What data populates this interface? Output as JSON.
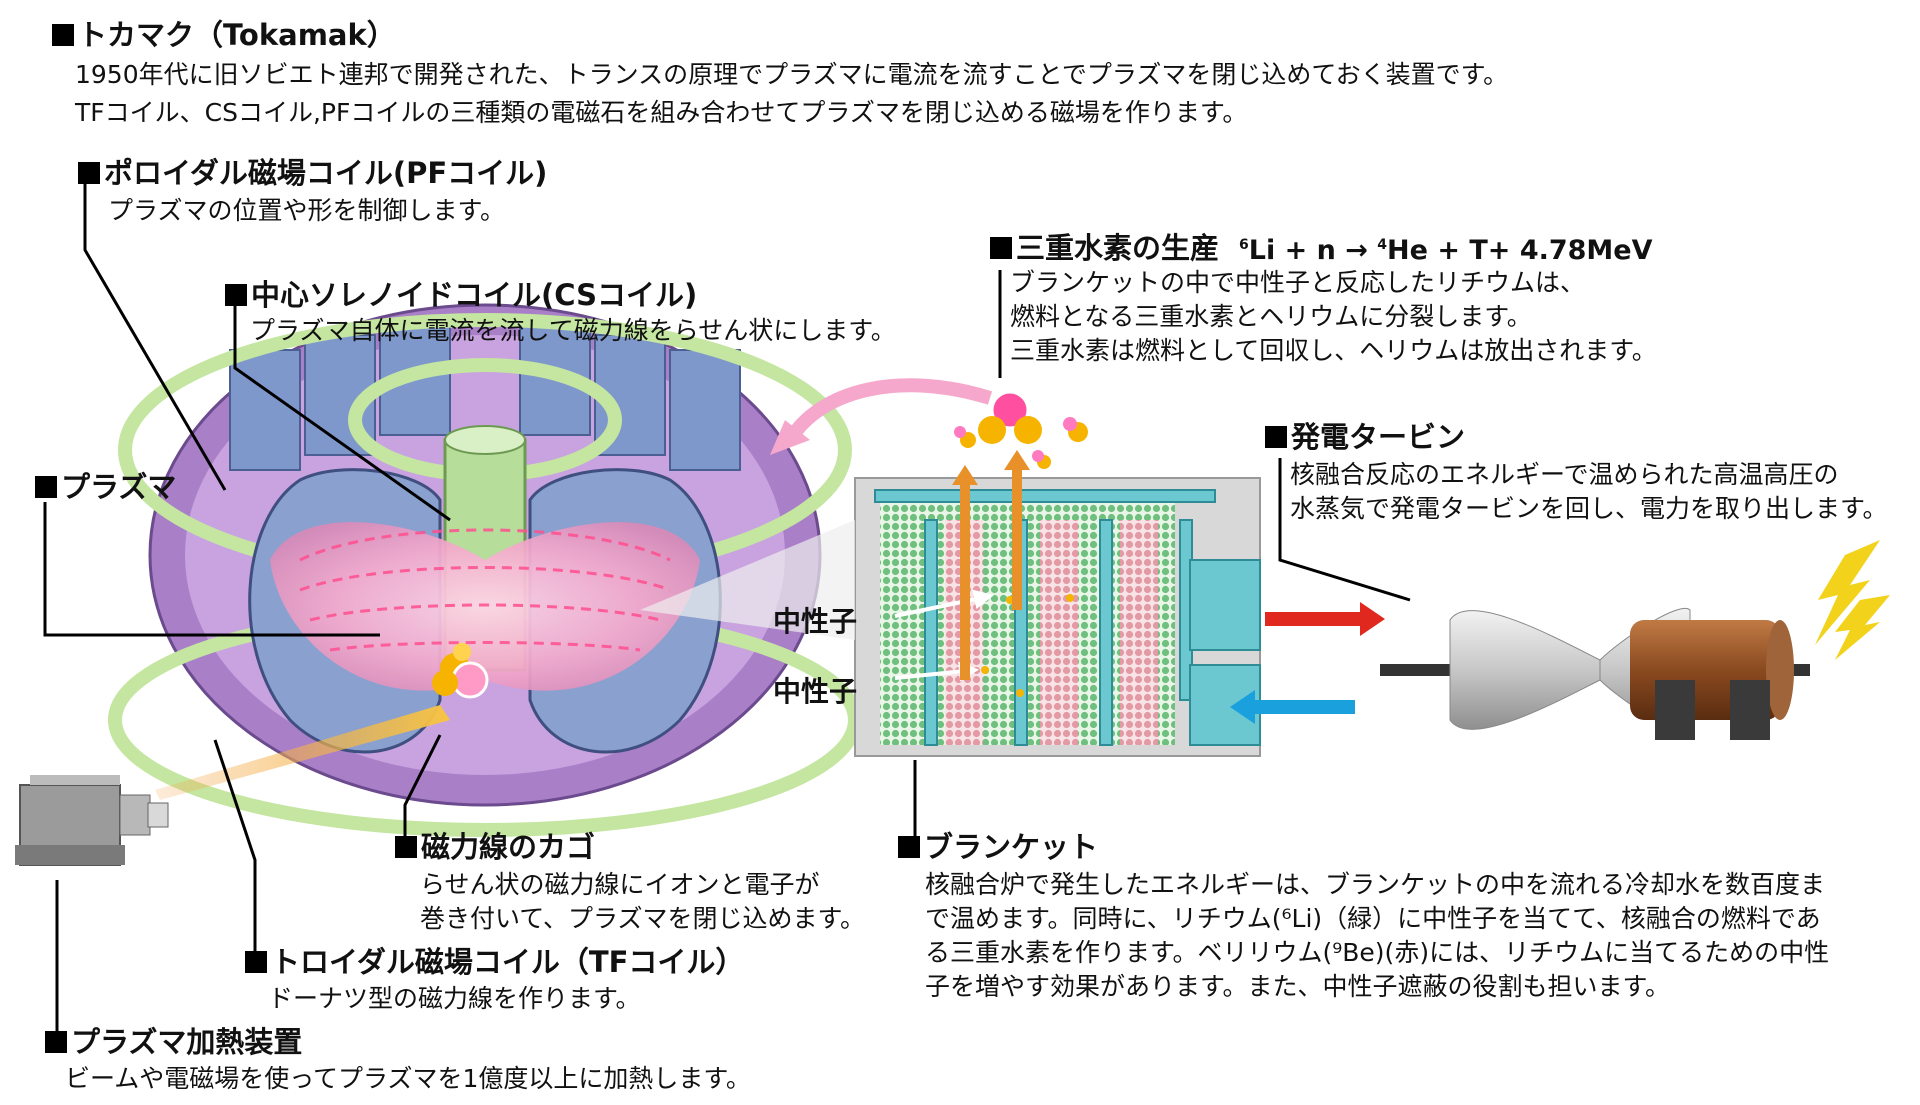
{
  "title": "トカマク（Tokamak）",
  "intro": [
    "1950年代に旧ソビエト連邦で開発された、トランスの原理でプラズマに電流を流すことでプラズマを閉じ込めておく装置です。",
    "TFコイル、CSコイル,PFコイルの三種類の電磁石を組み合わせてプラズマを閉じ込める磁場を作ります。"
  ],
  "pf": {
    "title": "ポロイダル磁場コイル(PFコイル)",
    "desc": "プラズマの位置や形を制御します。"
  },
  "cs": {
    "title": "中心ソレノイドコイル(CSコイル)",
    "desc": "プラズマ自体に電流を流して磁力線をらせん状にします。"
  },
  "plasma": {
    "title": "プラズマ"
  },
  "cage": {
    "title": "磁力線のカゴ",
    "desc": [
      "らせん状の磁力線にイオンと電子が",
      "巻き付いて、プラズマを閉じ込めます。"
    ]
  },
  "tf": {
    "title": "トロイダル磁場コイル（TFコイル）",
    "desc": "ドーナツ型の磁力線を作ります。"
  },
  "heating": {
    "title": "プラズマ加熱装置",
    "desc": "ビームや電磁場を使ってプラズマを1億度以上に加熱します。"
  },
  "tritium": {
    "title": "三重水素の生産",
    "eq_sup1": "6",
    "eq_a": "Li + n → ",
    "eq_sup2": "4",
    "eq_b": "He + T+ 4.78MeV",
    "desc": [
      "ブランケットの中で中性子と反応したリチウムは、",
      "燃料となる三重水素とヘリウムに分裂します。",
      "三重水素は燃料として回収し、ヘリウムは放出されます。"
    ]
  },
  "turbine": {
    "title": "発電タービン",
    "desc": [
      "核融合反応のエネルギーで温められた高温高圧の",
      "水蒸気で発電タービンを回し、電力を取り出します。"
    ]
  },
  "blanket": {
    "title": "ブランケット",
    "desc": [
      "核融合炉で発生したエネルギーは、ブランケットの中を流れる冷却水を数百度ま",
      "で温めます。同時に、リチウム(⁶Li)（緑）に中性子を当てて、核融合の燃料であ",
      "る三重水素を作ります。ベリリウム(⁹Be)(赤)には、リチウムに当てるための中性",
      "子を増やす効果があります。また、中性子遮蔽の役割も担います。"
    ]
  },
  "neutron_labels": [
    "中性子",
    "中性子"
  ],
  "colors": {
    "tf_coil": "#b48ad0",
    "pf_coil": "#c9e8a8",
    "cs_coil": "#b0dc98",
    "vessel_blue": "#7b95c9",
    "plasma": "#f3a6c8",
    "lithium": "#7cc98a",
    "beryllium": "#e6a0a8",
    "cooling": "#6cc8d0",
    "hot_arrow": "#e0281e",
    "cold_arrow": "#1aa0dc",
    "copper": "#8a4a20",
    "bolt": "#f2d21a",
    "arc_arrow": "#f5a8cc"
  }
}
